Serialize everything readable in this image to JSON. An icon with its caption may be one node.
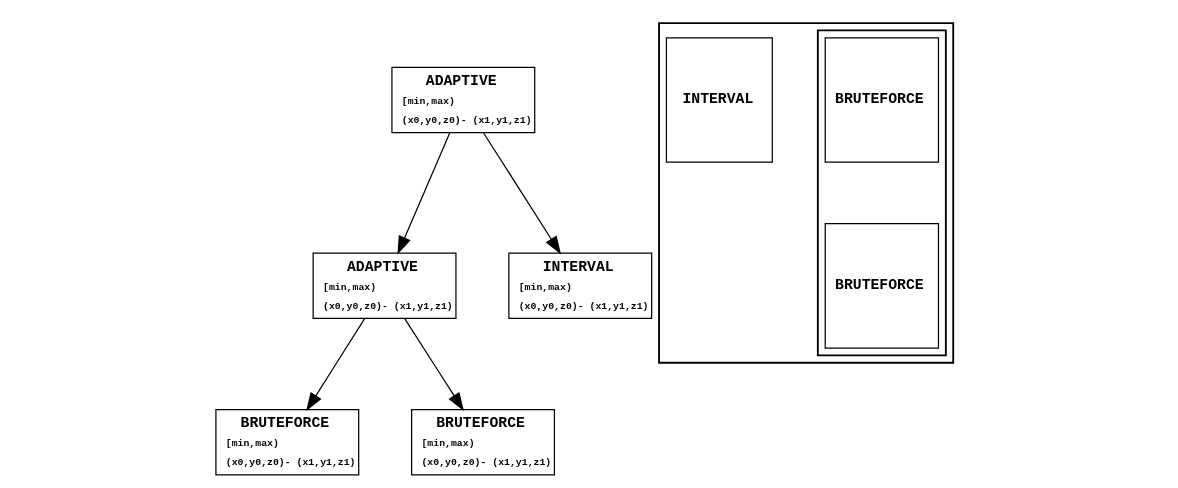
{
  "diagram": {
    "nodes": [
      {
        "text": [
          "ADAPTIVE",
          "[min,max)",
          "(x0,y0,z0)- (x1,y1,z1)"
        ]
      },
      {
        "text": [
          "ADAPTIVE",
          "[min,max)",
          "(x0,y0,z0)- (x1,y1,z1)"
        ]
      },
      {
        "text": [
          "INTERVAL",
          "[min,max)",
          "(x0,y0,z0)- (x1,y1,z1)"
        ]
      },
      {
        "text": [
          "BRUTEFORCE",
          "[min,max)",
          "(x0,y0,z0)- (x1,y1,z1)"
        ]
      },
      {
        "text": [
          "BRUTEFORCE",
          "[min,max)",
          "(x0,y0,z0)- (x1,y1,z1)"
        ]
      },
      {
        "text": [],
        "shape": "box"
      },
      {
        "text": [],
        "shape": "box",
        "in": 5
      },
      {
        "text": [
          "BRUTEFORCE"
        ],
        "in": 6
      },
      {
        "text": [
          "BRUTEFORCE"
        ],
        "in": 6
      },
      {
        "text": [
          "INTERVAL"
        ],
        "in": 5
      }
    ],
    "edges": [
      {
        "from": 0,
        "to": 1,
        "arrow": "to"
      },
      {
        "from": 0,
        "to": 2,
        "arrow": "to"
      },
      {
        "from": 1,
        "to": 3,
        "arrow": "to"
      },
      {
        "from": 1,
        "to": 4,
        "arrow": "to"
      }
    ]
  }
}
